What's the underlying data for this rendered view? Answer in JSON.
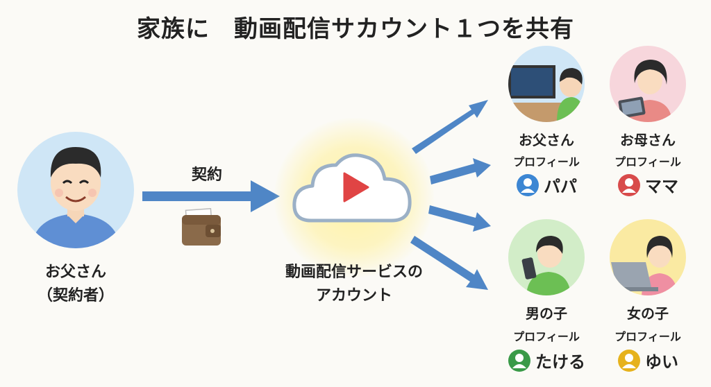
{
  "title": "家族に　動画配信サカウント１つを共有",
  "contract": {
    "arrow_label": "契約",
    "person_name": "お父さん",
    "person_role": "（契約者）"
  },
  "service": {
    "label_line1": "動画配信サービスの",
    "label_line2": "アカウント"
  },
  "members": [
    {
      "name": "お父さん",
      "profile_label": "プロフィール",
      "profile_name": "パパ",
      "profile_color": "#3c86d3"
    },
    {
      "name": "お母さん",
      "profile_label": "プロフィール",
      "profile_name": "ママ",
      "profile_color": "#d84b4b"
    },
    {
      "name": "男の子",
      "profile_label": "プロフィール",
      "profile_name": "たける",
      "profile_color": "#3a9a48"
    },
    {
      "name": "女の子",
      "profile_label": "プロフィール",
      "profile_name": "ゆい",
      "profile_color": "#e6b21c"
    }
  ],
  "colors": {
    "arrow": "#4f86c6",
    "play_button": "#e04444",
    "cloud_outline": "#9bb0c6",
    "glow": "#fff3a8"
  },
  "icons": [
    "person-icon",
    "wallet-icon",
    "cloud-icon",
    "play-icon",
    "tv-icon",
    "tablet-icon",
    "phone-icon",
    "laptop-icon"
  ]
}
